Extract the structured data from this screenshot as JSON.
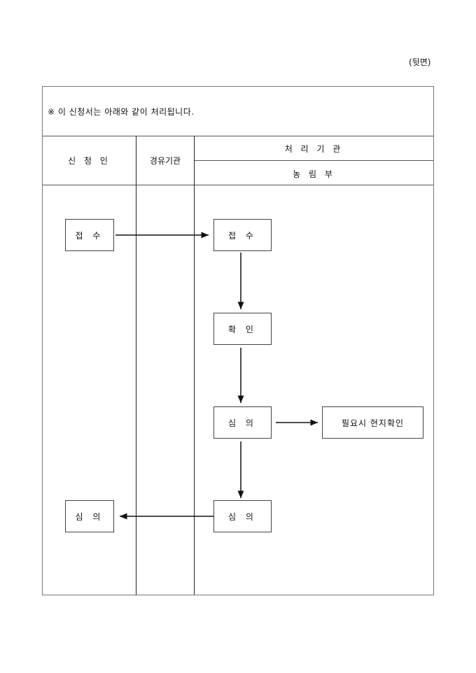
{
  "page_label": "(뒷면)",
  "notice": "※ 이 신청서는 아래와 같이 처리됩니다.",
  "header": {
    "applicant": "신 청 인",
    "via_agency": "경유기관",
    "processing_agency": "처 리 기 관",
    "ministry": "농 림 부"
  },
  "flow": {
    "applicant_receipt": "접 수",
    "ministry_receipt": "접 수",
    "confirm": "확 인",
    "review": "심 의",
    "site_check": "필요시 현지확인",
    "ministry_review_result": "심 의",
    "applicant_result": "심 의"
  }
}
